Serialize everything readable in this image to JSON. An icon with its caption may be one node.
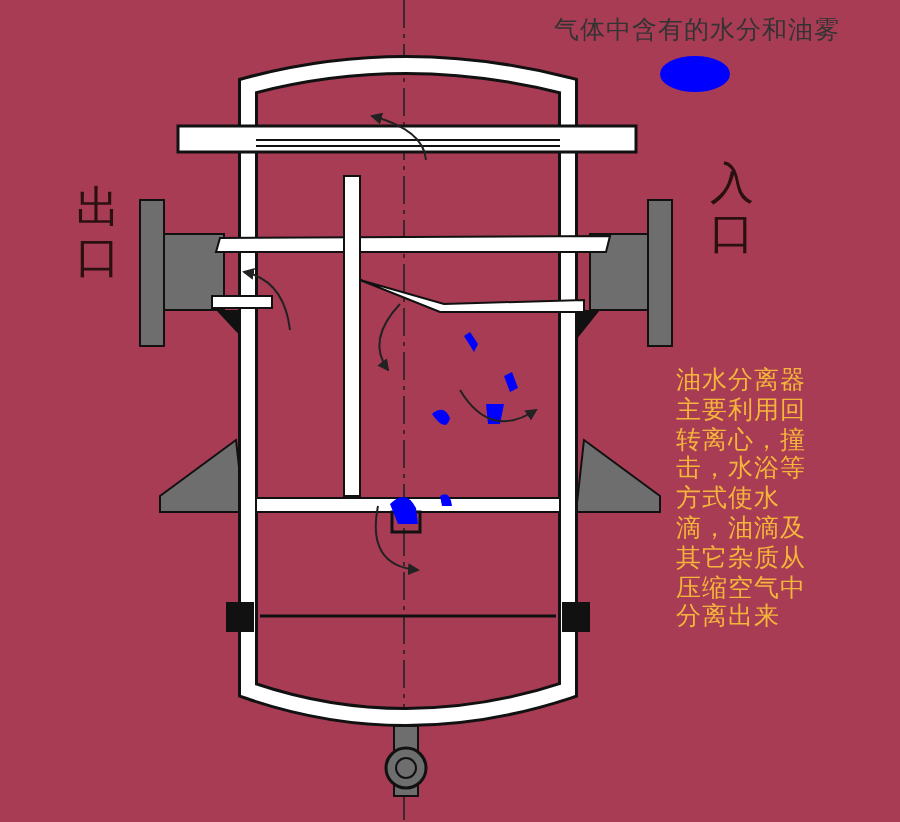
{
  "diagram": {
    "labels": [
      "出口",
      "入口",
      "油水分离器主要利用回转离心，撞击，水浴等方式使水滴，油滴及其它杂质从压缩空气中分离出来"
    ],
    "legend": [
      {
        "text": "气体中含有的水分和油雾",
        "color": "#0000ff"
      }
    ]
  }
}
